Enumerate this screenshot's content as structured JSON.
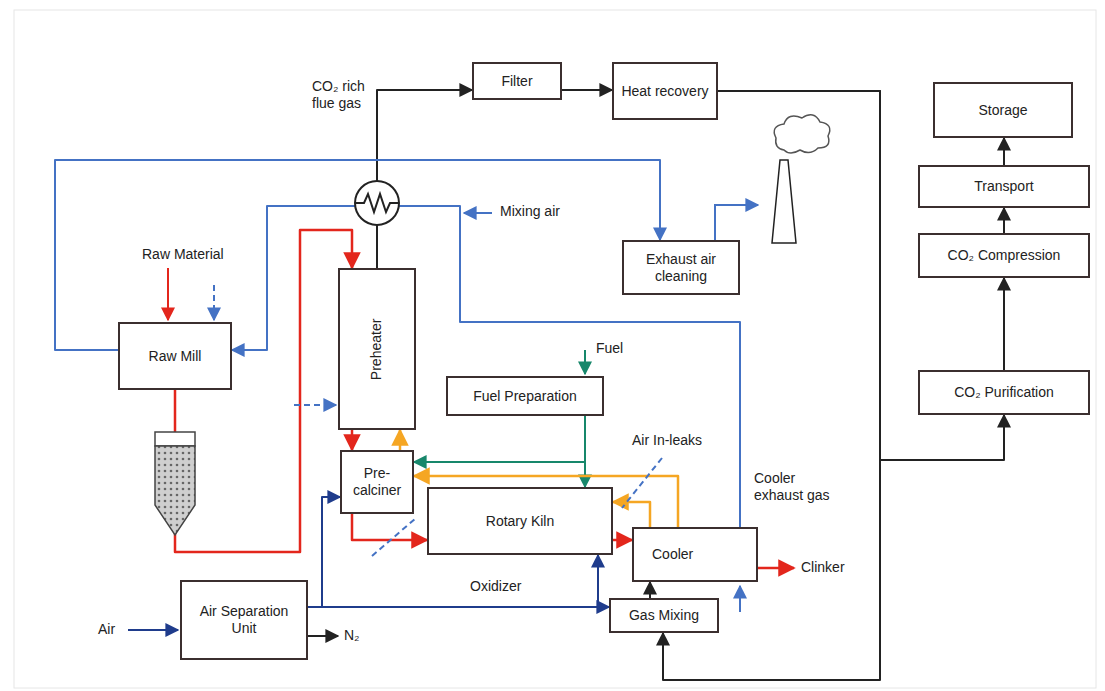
{
  "diagram": {
    "nodes": [
      {
        "text": [
          "Filter"
        ]
      },
      {
        "text": [
          "Heat recovery"
        ]
      },
      {
        "text": [
          "Storage"
        ]
      },
      {
        "text": [
          "Exhaust air cleaning"
        ]
      },
      {
        "text": [
          "Transport"
        ]
      },
      {
        "text": [
          "Raw Mill"
        ]
      },
      {
        "text": [
          "Preheater"
        ]
      },
      {
        "text": [
          "CO₂ Compression"
        ]
      },
      {
        "text": [
          "Fuel Preparation"
        ]
      },
      {
        "text": [
          "Pre- calciner"
        ]
      },
      {
        "text": [
          "CO₂ Purification"
        ]
      },
      {
        "text": [
          "Rotary Kiln"
        ]
      },
      {
        "text": [
          "Cooler"
        ]
      },
      {
        "text": [
          "Air Separation Unit"
        ]
      },
      {
        "text": [
          "Gas Mixing"
        ]
      }
    ],
    "edges": [
      {
        "from": 6,
        "to": 0,
        "arrow": "to"
      },
      {
        "from": 0,
        "to": 1,
        "arrow": "to"
      },
      {
        "from": 1,
        "to": 10,
        "arrow": "to"
      },
      {
        "from": 1,
        "to": 14,
        "arrow": "to"
      },
      {
        "from": 10,
        "to": 7,
        "arrow": "to"
      },
      {
        "from": 7,
        "to": 4,
        "arrow": "to"
      },
      {
        "from": 4,
        "to": 2,
        "arrow": "to"
      },
      {
        "from": 5,
        "to": 6,
        "arrow": "to"
      },
      {
        "from": 6,
        "to": 9,
        "arrow": "to"
      },
      {
        "from": 9,
        "to": 11,
        "arrow": "to"
      },
      {
        "from": 11,
        "to": 12,
        "arrow": "to"
      },
      {
        "from": 8,
        "to": 9,
        "arrow": "to"
      },
      {
        "from": 8,
        "to": 11,
        "arrow": "to"
      },
      {
        "from": 12,
        "to": 9,
        "arrow": "to"
      },
      {
        "from": 12,
        "to": 11,
        "arrow": "to"
      },
      {
        "from": 9,
        "to": 6,
        "arrow": "to"
      },
      {
        "from": 13,
        "to": 9,
        "arrow": "to"
      },
      {
        "from": 13,
        "to": 11,
        "arrow": "to"
      },
      {
        "from": 13,
        "to": 14,
        "arrow": "to"
      },
      {
        "from": 14,
        "to": 12,
        "arrow": "to"
      },
      {
        "from": 12,
        "to": 5,
        "arrow": "to"
      },
      {
        "from": 5,
        "to": 3,
        "arrow": "to"
      }
    ],
    "labels": [
      "CO₂ rich flue gas",
      "Mixing air",
      "Raw Material",
      "Fuel",
      "Air In-leaks",
      "Cooler exhaust gas",
      "Clinker",
      "Oxidizer",
      "Air",
      "N₂"
    ]
  }
}
